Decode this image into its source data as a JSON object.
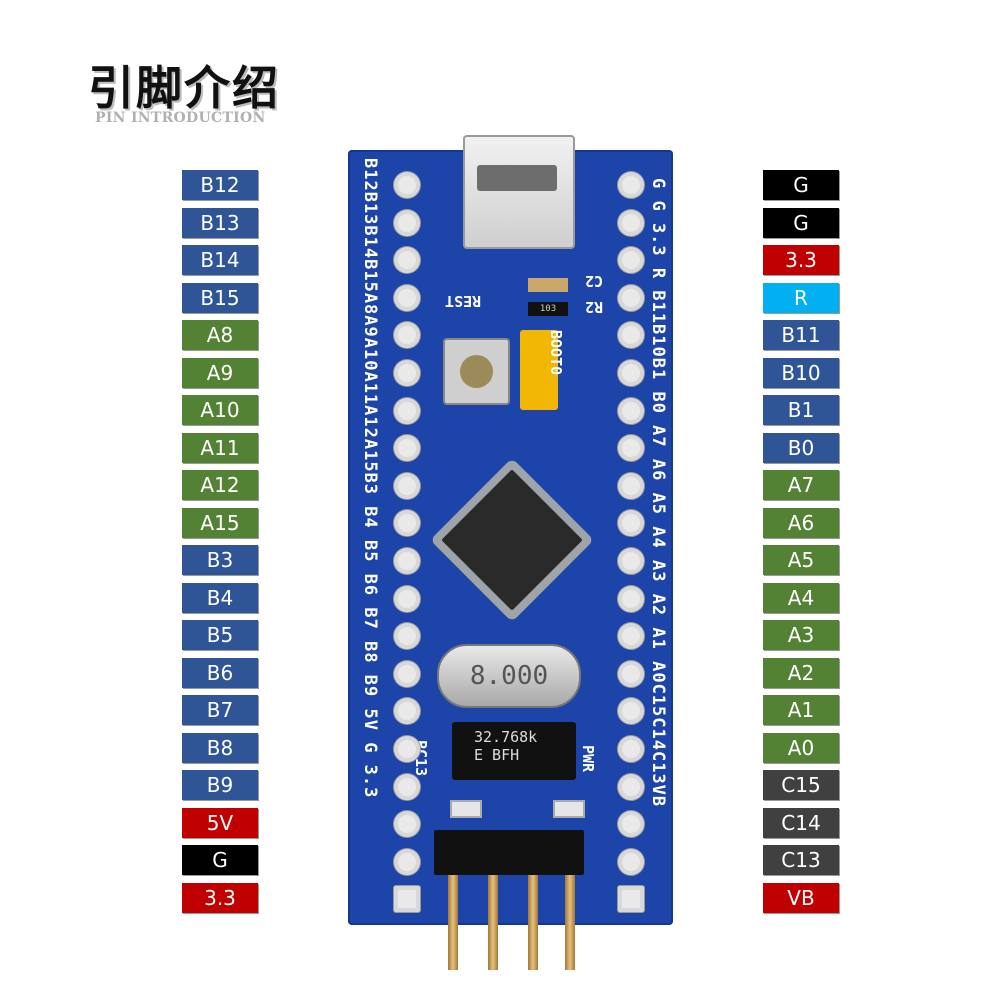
{
  "title": {
    "cn": "引脚介绍",
    "en": "PIN INTRODUCTION"
  },
  "left_pins": [
    {
      "label": "B12",
      "color": "blue"
    },
    {
      "label": "B13",
      "color": "blue"
    },
    {
      "label": "B14",
      "color": "blue"
    },
    {
      "label": "B15",
      "color": "blue"
    },
    {
      "label": "A8",
      "color": "green"
    },
    {
      "label": "A9",
      "color": "green"
    },
    {
      "label": "A10",
      "color": "green"
    },
    {
      "label": "A11",
      "color": "green"
    },
    {
      "label": "A12",
      "color": "green"
    },
    {
      "label": "A15",
      "color": "green"
    },
    {
      "label": "B3",
      "color": "blue"
    },
    {
      "label": "B4",
      "color": "blue"
    },
    {
      "label": "B5",
      "color": "blue"
    },
    {
      "label": "B6",
      "color": "blue"
    },
    {
      "label": "B7",
      "color": "blue"
    },
    {
      "label": "B8",
      "color": "blue"
    },
    {
      "label": "B9",
      "color": "blue"
    },
    {
      "label": "5V",
      "color": "red"
    },
    {
      "label": "G",
      "color": "black"
    },
    {
      "label": "3.3",
      "color": "red"
    }
  ],
  "right_pins": [
    {
      "label": "G",
      "color": "black"
    },
    {
      "label": "G",
      "color": "black"
    },
    {
      "label": "3.3",
      "color": "red"
    },
    {
      "label": "R",
      "color": "cyan"
    },
    {
      "label": "B11",
      "color": "blue"
    },
    {
      "label": "B10",
      "color": "blue"
    },
    {
      "label": "B1",
      "color": "blue"
    },
    {
      "label": "B0",
      "color": "blue"
    },
    {
      "label": "A7",
      "color": "green"
    },
    {
      "label": "A6",
      "color": "green"
    },
    {
      "label": "A5",
      "color": "green"
    },
    {
      "label": "A4",
      "color": "green"
    },
    {
      "label": "A3",
      "color": "green"
    },
    {
      "label": "A2",
      "color": "green"
    },
    {
      "label": "A1",
      "color": "green"
    },
    {
      "label": "A0",
      "color": "green"
    },
    {
      "label": "C15",
      "color": "gray"
    },
    {
      "label": "C14",
      "color": "gray"
    },
    {
      "label": "C13",
      "color": "gray"
    },
    {
      "label": "VB",
      "color": "red"
    }
  ],
  "board": {
    "silk_left": "B12B13B14B15A8A9A10A11A12A15B3 B4 B5 B6 B7 B8 B9 5V G 3.3",
    "silk_right": "G G 3.3 R B11B10B1 B0 A7 A6 A5 A4 A3 A2 A1 A0C15C14C13VB",
    "rest_label": "REST",
    "boot_label": "BOOT0",
    "c2_label": "C2",
    "r2_label": "R2",
    "pc13_label": "PC13",
    "pwr_label": "PWR",
    "crystal_label": "8.000",
    "crystal2_label": "32.768k\nE BFH",
    "resistor_code": "103"
  },
  "colors": {
    "blue": "#2f5597",
    "green": "#548235",
    "red": "#c00000",
    "black": "#000000",
    "cyan": "#00b0f0",
    "gray": "#404040",
    "board": "#1d44a8"
  }
}
